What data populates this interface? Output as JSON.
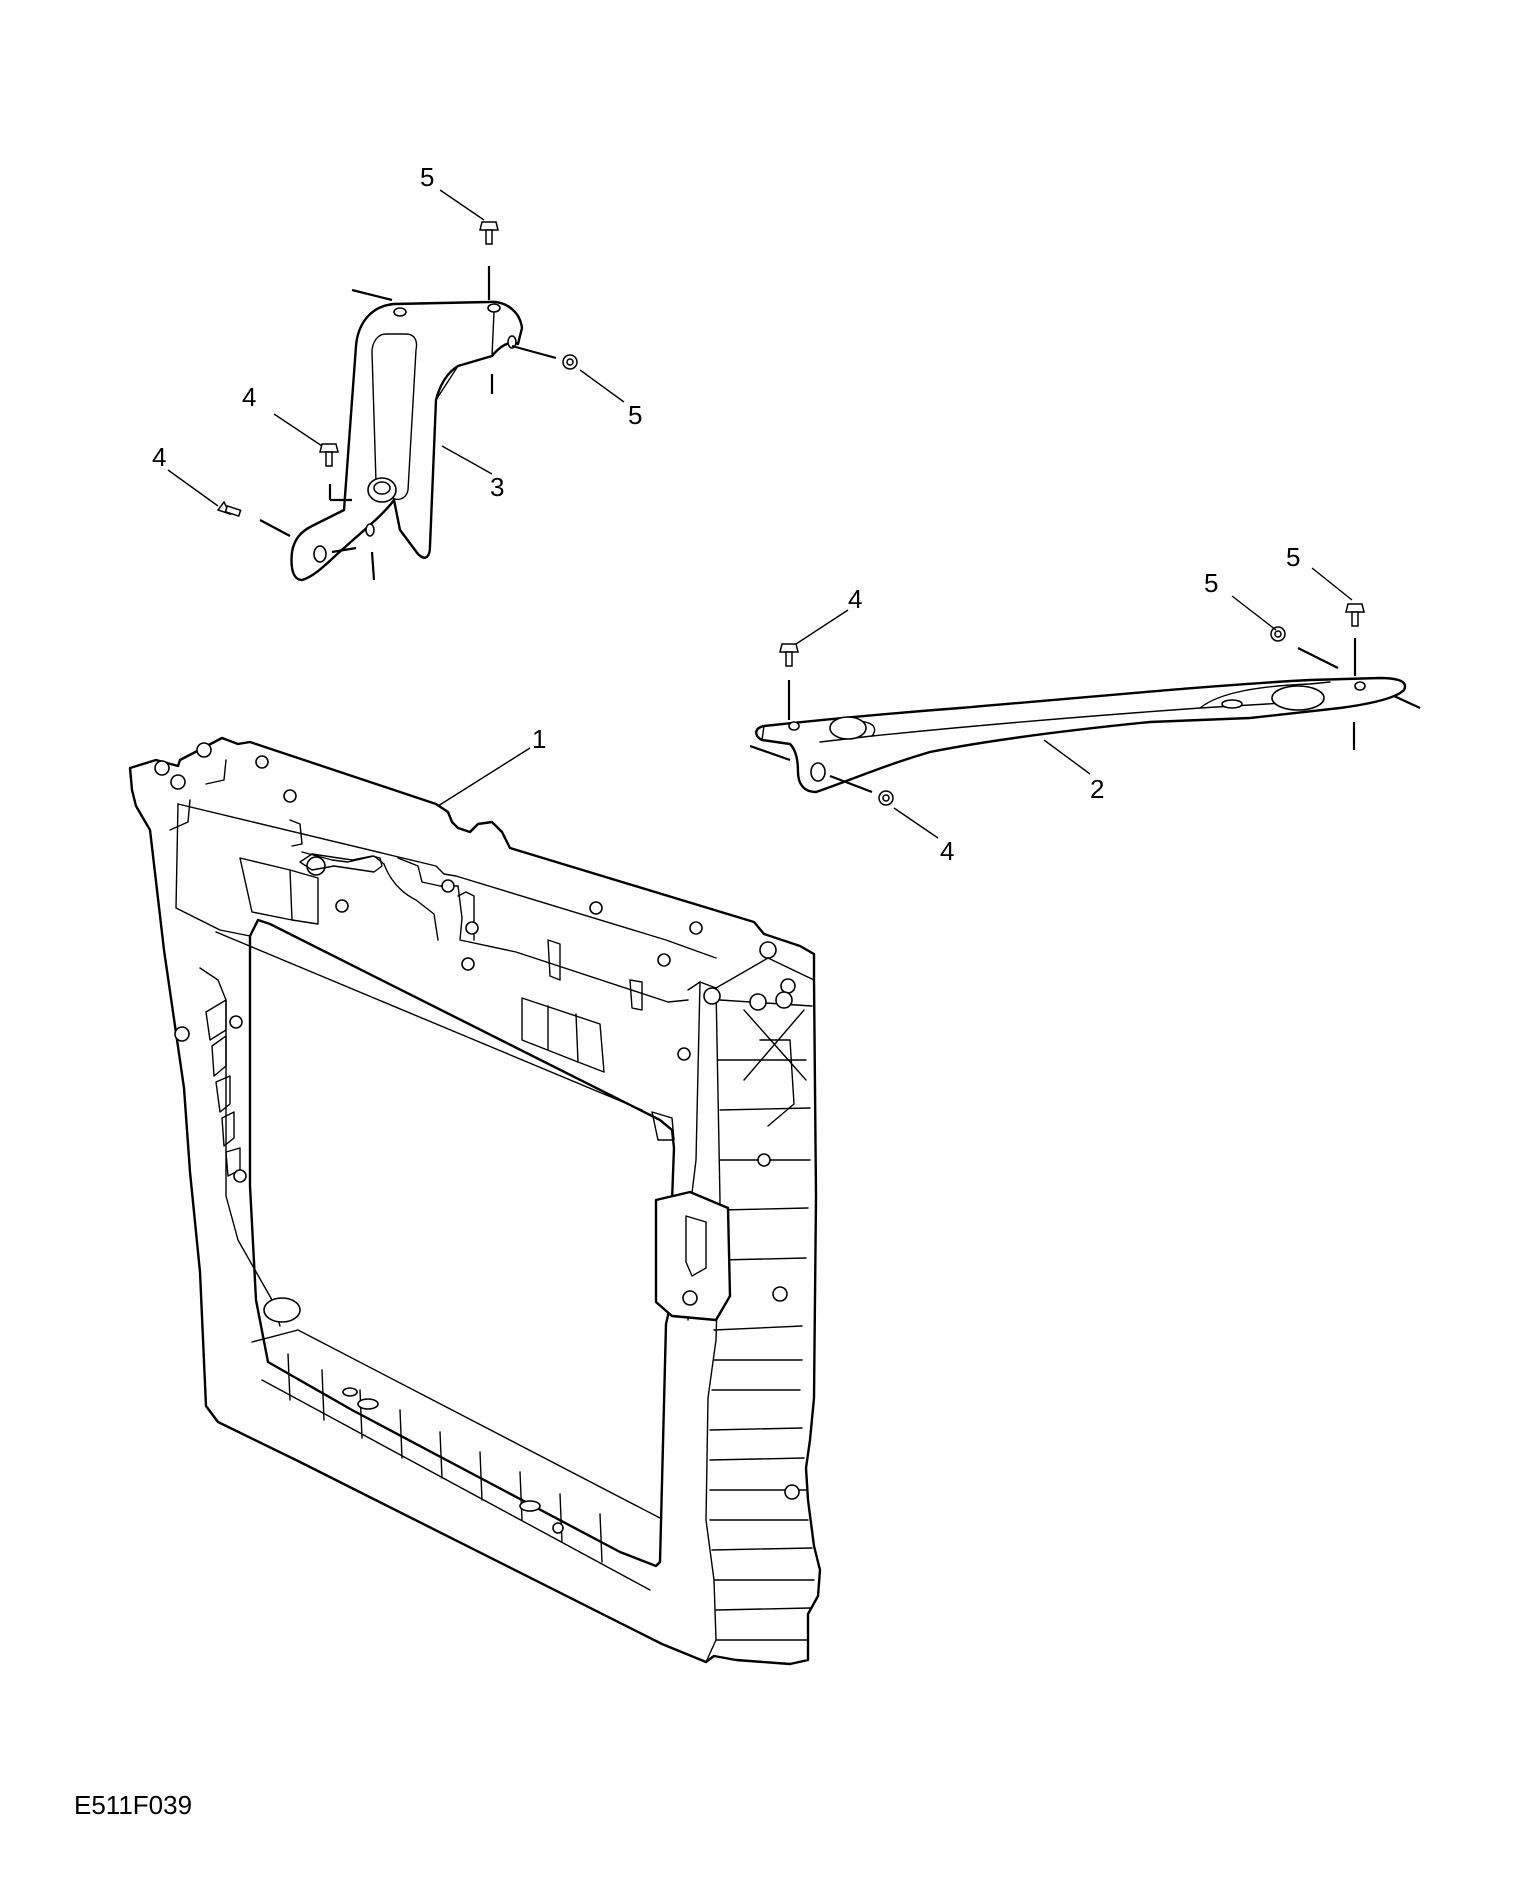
{
  "figure_code": "E511F039",
  "callouts": {
    "upper_bracket_top_screw": "5",
    "upper_bracket_side_screw": "5",
    "upper_bracket_id": "3",
    "upper_bracket_bolt_a": "4",
    "upper_bracket_bolt_b": "4",
    "brace_left_bolt_top": "4",
    "brace_right_screw_a": "5",
    "brace_right_screw_b": "5",
    "brace_id": "2",
    "brace_left_bolt_bottom": "4",
    "carrier_id": "1"
  }
}
